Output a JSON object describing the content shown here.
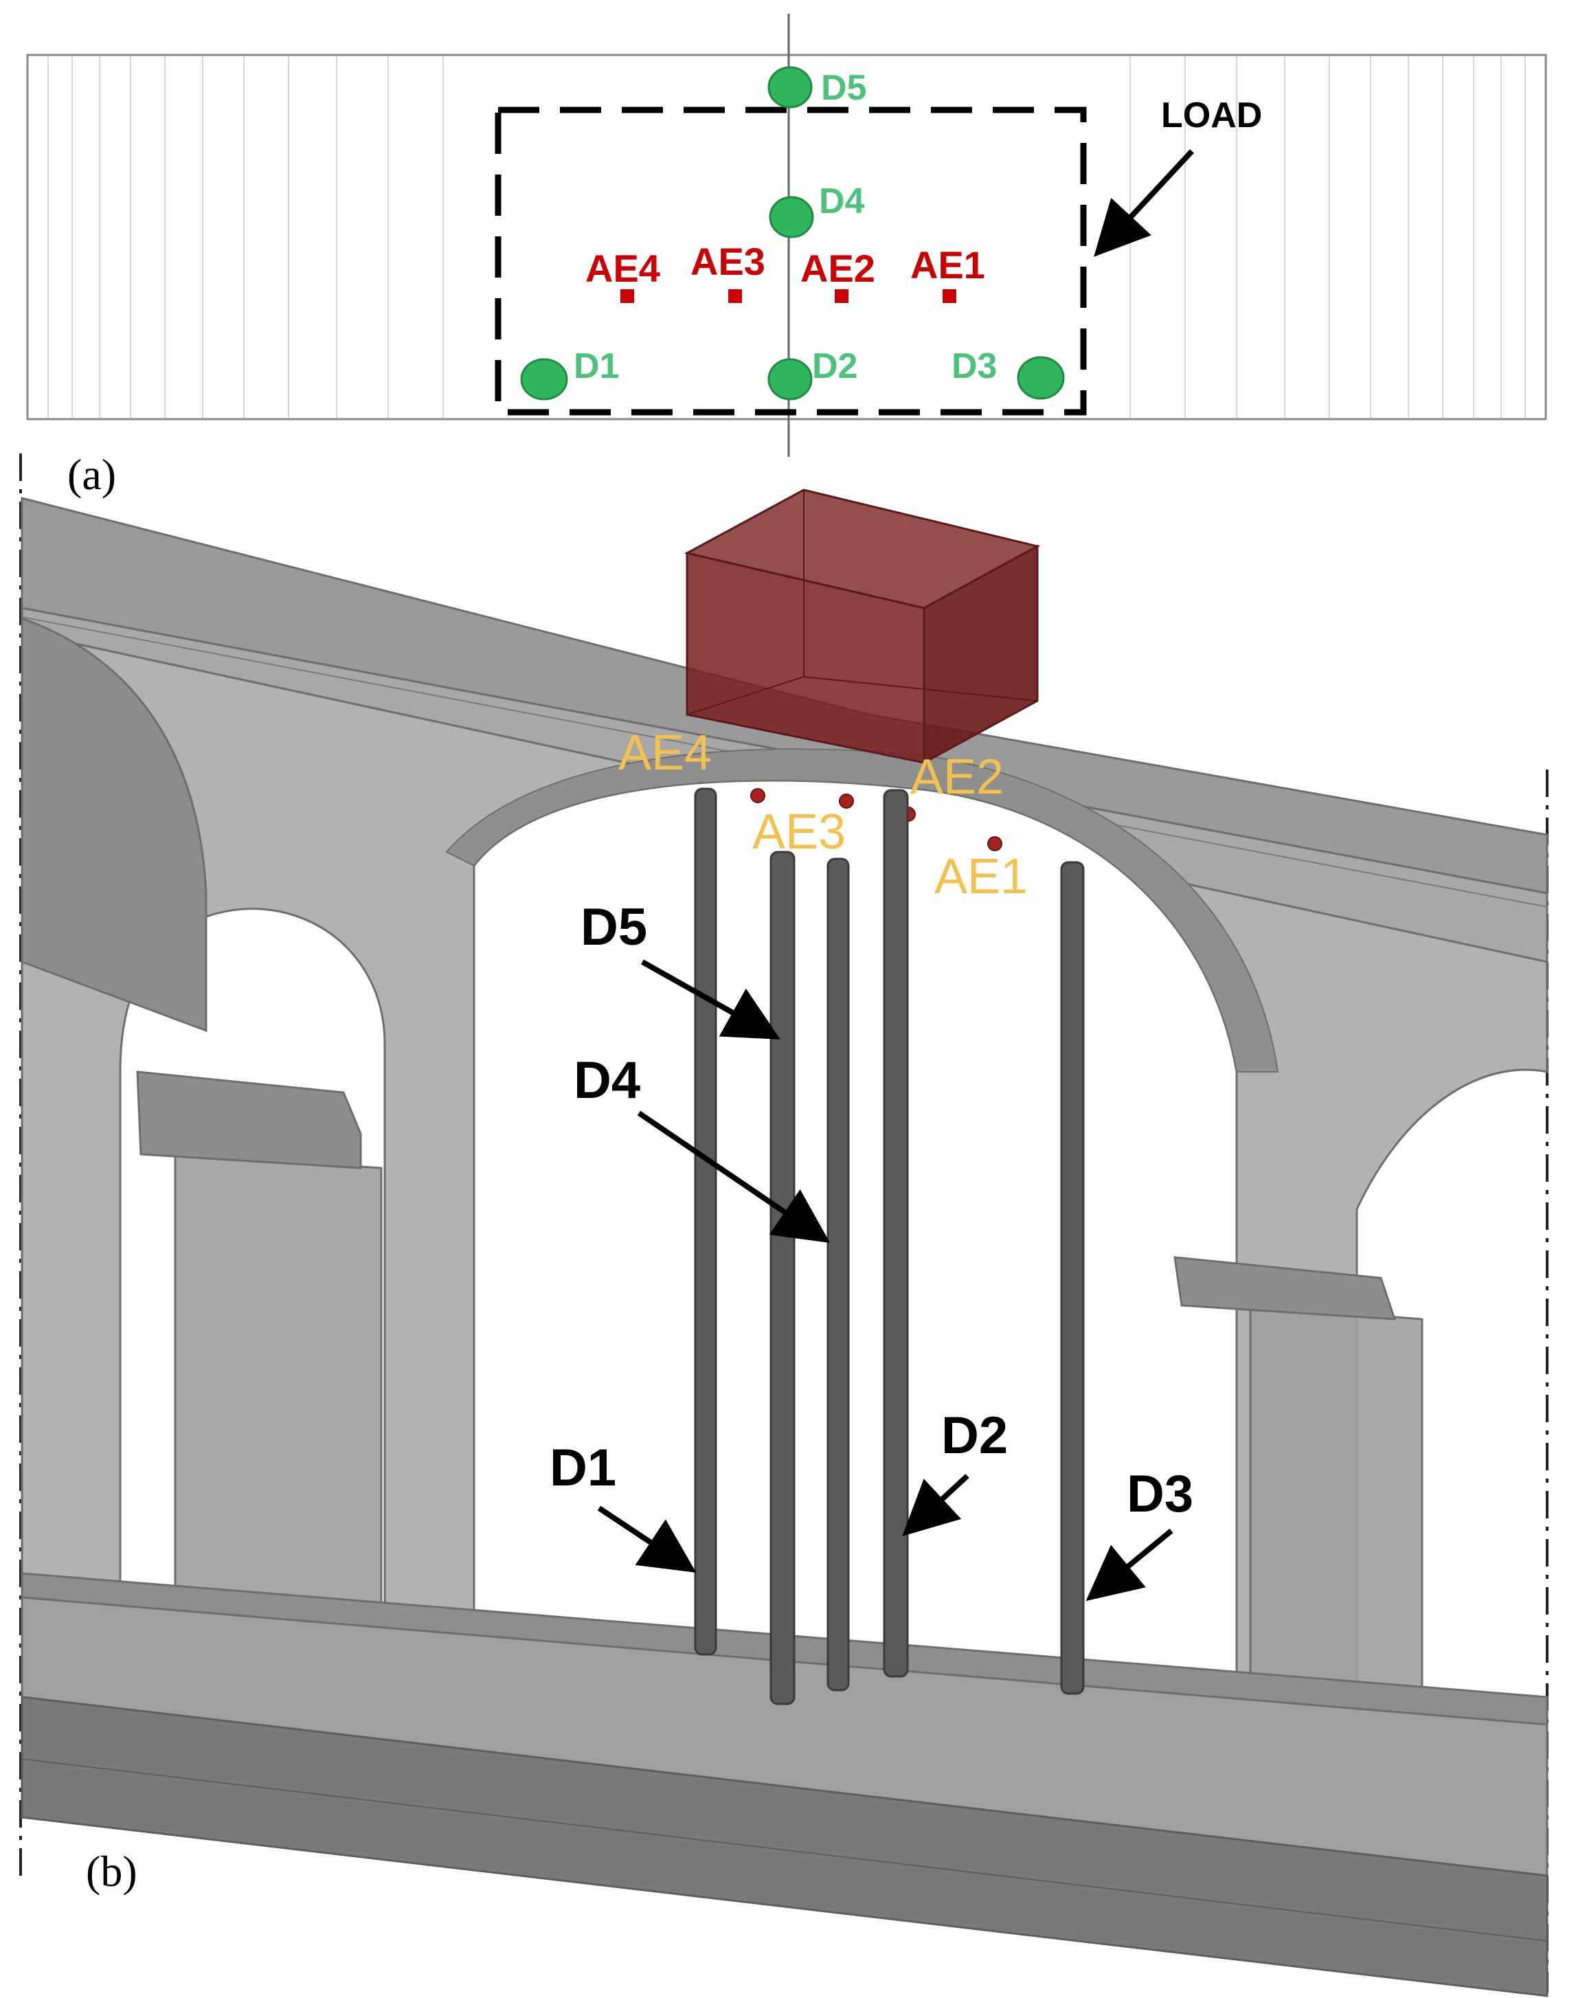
{
  "panel_a": {
    "panel_label": "(a)",
    "load_label": "LOAD",
    "ae_labels": [
      "AE4",
      "AE3",
      "AE2",
      "AE1"
    ],
    "d_labels": {
      "d1": "D1",
      "d2": "D2",
      "d3": "D3",
      "d4": "D4",
      "d5": "D5"
    },
    "colors": {
      "displacement_marker": "#2fb55b",
      "displacement_label": "#4cc27a",
      "ae_marker": "#cc0000",
      "load_outline": "#000000"
    }
  },
  "panel_b": {
    "panel_label": "(b)",
    "ae_labels": {
      "ae1": "AE1",
      "ae2": "AE2",
      "ae3": "AE3",
      "ae4": "AE4"
    },
    "d_labels": {
      "d1": "D1",
      "d2": "D2",
      "d3": "D3",
      "d4": "D4",
      "d5": "D5"
    },
    "colors": {
      "ae_label": "#f2c14e",
      "load_block": "#7a1f1f",
      "structure": "#8a8a8a",
      "rod": "#555555"
    }
  }
}
